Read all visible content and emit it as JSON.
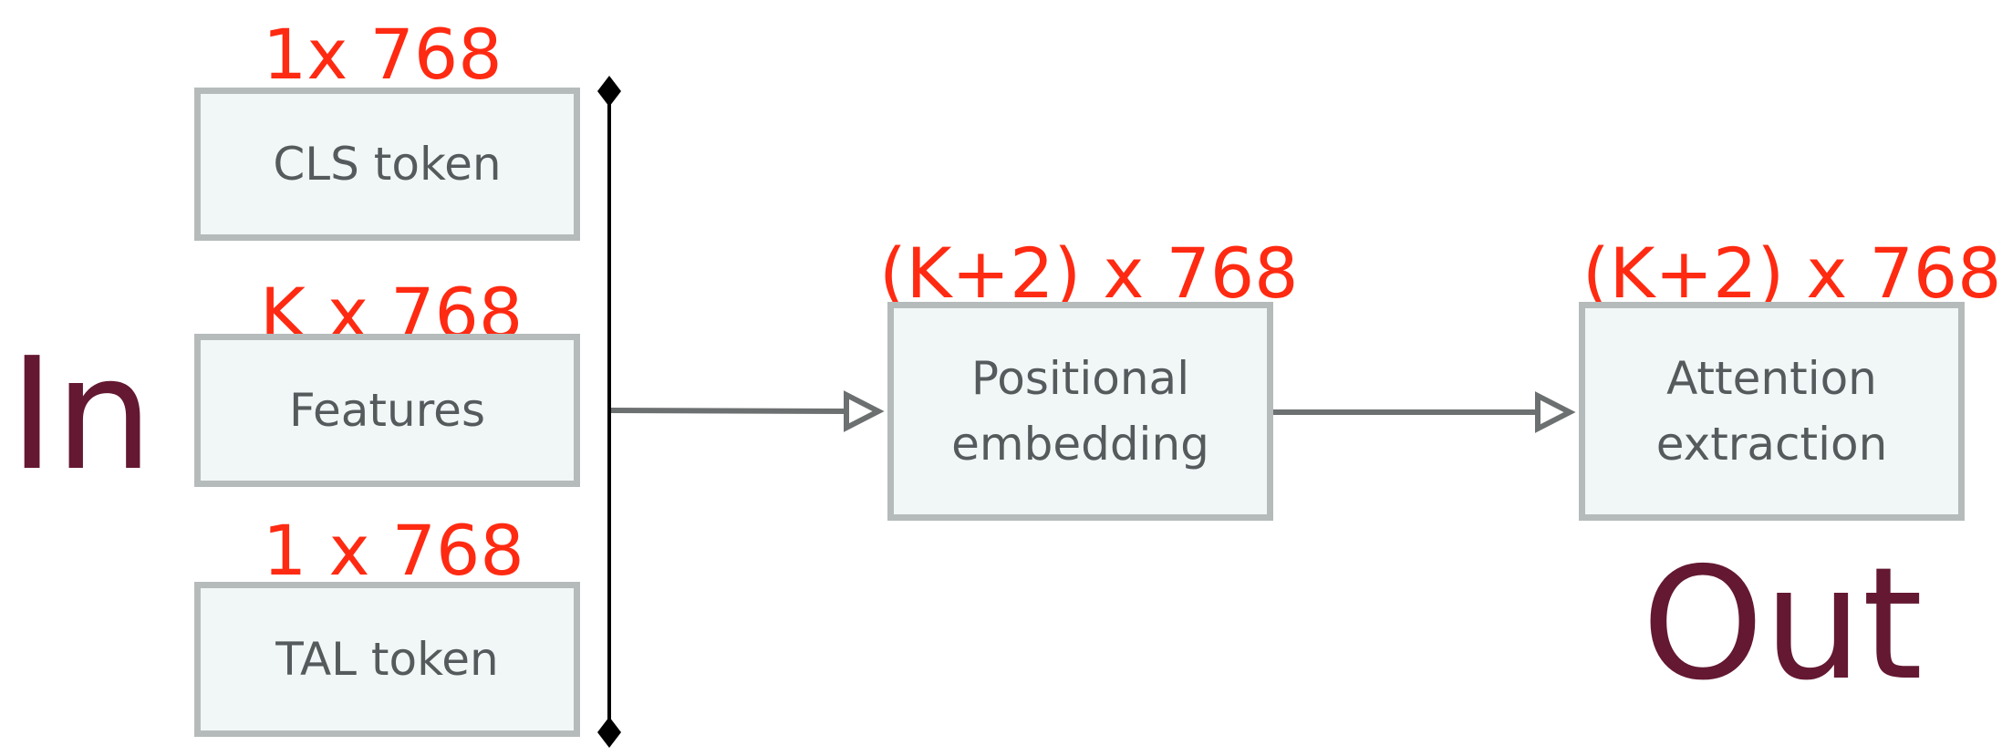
{
  "labels": {
    "input": "In",
    "output": "Out"
  },
  "nodes": {
    "cls_token": {
      "label": "CLS token",
      "dim": "1x 768"
    },
    "features": {
      "label": "Features",
      "dim": "K x 768"
    },
    "tal_token": {
      "label": "TAL token",
      "dim": "1 x 768"
    },
    "positional_embedding": {
      "label": "Positional\nembedding",
      "dim": "(K+2) x 768"
    },
    "attention_extraction": {
      "label": "Attention\nextraction",
      "dim": "(K+2) x 768"
    }
  },
  "colors": {
    "box_fill": "#f1f6f6",
    "box_border": "#b5bbbb",
    "box_text": "#555b5c",
    "dimension_text": "#ff2a12",
    "io_label": "#641832",
    "arrow": "#6d7070",
    "bar": "#000000"
  }
}
